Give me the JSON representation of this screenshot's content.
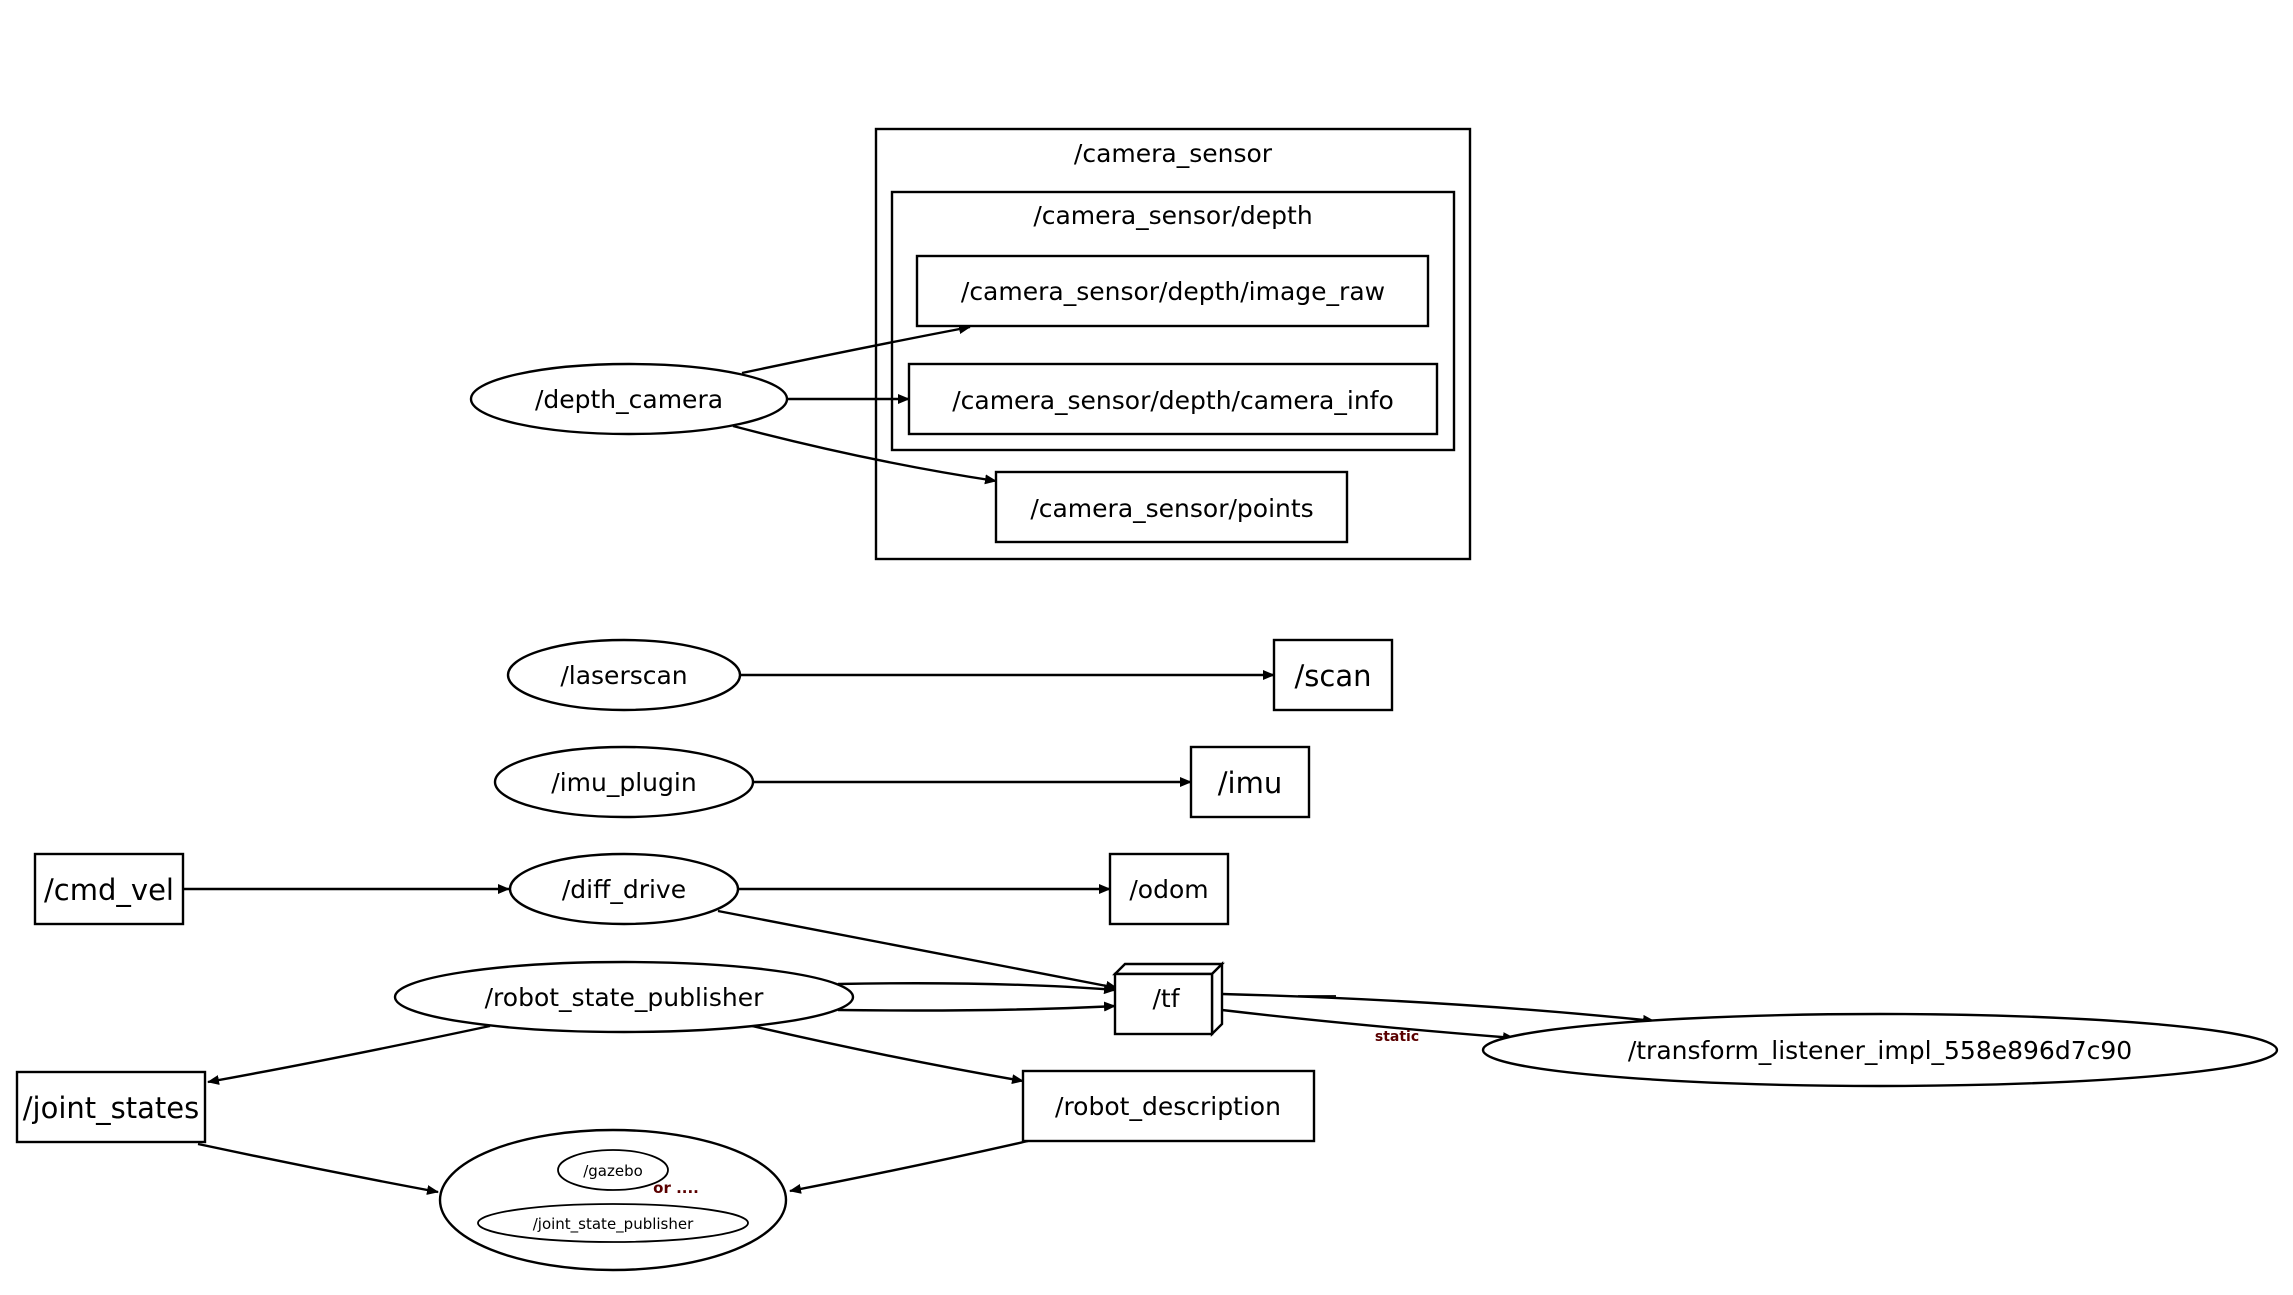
{
  "clusters": {
    "camera_sensor": "/camera_sensor",
    "depth": "/camera_sensor/depth"
  },
  "nodes": {
    "depth_camera": "/depth_camera",
    "image_raw": "/camera_sensor/depth/image_raw",
    "camera_info": "/camera_sensor/depth/camera_info",
    "points": "/camera_sensor/points",
    "laserscan": "/laserscan",
    "scan": "/scan",
    "imu_plugin": "/imu_plugin",
    "imu": "/imu",
    "cmd_vel": "/cmd_vel",
    "diff_drive": "/diff_drive",
    "odom": "/odom",
    "robot_state_publisher": "/robot_state_publisher",
    "tf": "/tf",
    "transform_listener": "/transform_listener_impl_558e896d7c90",
    "joint_states": "/joint_states",
    "robot_description": "/robot_description",
    "gazebo": "/gazebo",
    "joint_state_publisher": "/joint_state_publisher"
  },
  "annotations": {
    "or": "or ....",
    "static": "static"
  }
}
